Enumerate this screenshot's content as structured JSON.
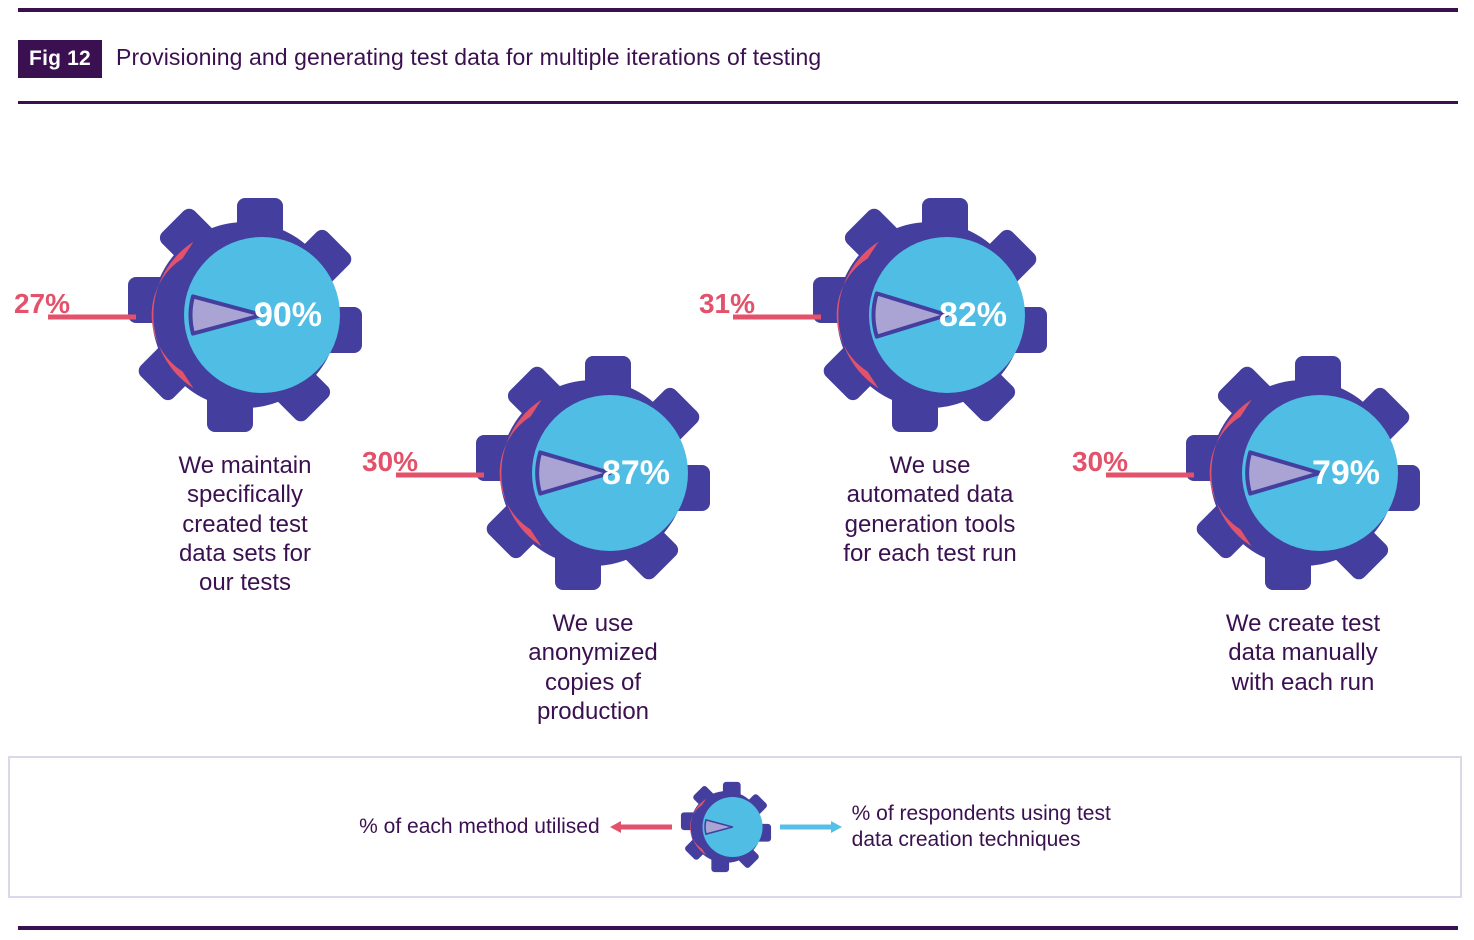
{
  "header": {
    "fig_badge": "Fig 12",
    "title": "Provisioning and generating test data for multiple iterations of testing"
  },
  "colors": {
    "dark_purple": "#3B1050",
    "gear_indigo": "#443F9E",
    "circle_blue": "#4FBDE4",
    "arc_red": "#E2526A",
    "wedge_lavender": "#A9A4D4",
    "white": "#FFFFFF",
    "legend_border": "#D9D9E9"
  },
  "chart_data": {
    "type": "pie",
    "title": "Provisioning and generating test data for multiple iterations of testing",
    "legend_position": "bottom",
    "series": [
      {
        "name": "% of respondents using test data creation techniques",
        "color": "#4FBDE4"
      },
      {
        "name": "% of each method utilised",
        "color": "#E2526A"
      }
    ],
    "categories": [
      "We maintain specifically created test data sets for our tests",
      "We use anonymized copies of production",
      "We use automated data generation tools for each test run",
      "We create test data manually with each run"
    ],
    "respondents_pct": [
      90,
      87,
      82,
      79
    ],
    "method_utilised_pct": [
      27,
      30,
      31,
      30
    ]
  },
  "gears": [
    {
      "inner_value": "90%",
      "side_value": "27%",
      "caption": "We maintain\nspecifically\ncreated test\ndata sets for\nour tests"
    },
    {
      "inner_value": "87%",
      "side_value": "30%",
      "caption": "We use\nanonymized\ncopies of\nproduction"
    },
    {
      "inner_value": "82%",
      "side_value": "31%",
      "caption": "We use\nautomated data\ngeneration tools\nfor each test run"
    },
    {
      "inner_value": "79%",
      "side_value": "30%",
      "caption": "We create test\ndata manually\nwith each run"
    }
  ],
  "legend": {
    "left_text": "% of each method utilised",
    "right_text": "% of respondents using test\ndata creation techniques"
  }
}
